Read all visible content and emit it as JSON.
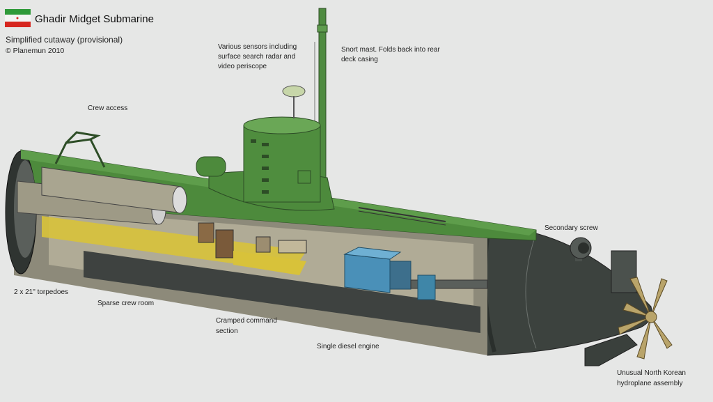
{
  "header": {
    "title": "Ghadir Midget Submarine",
    "subtitle": "Simplified cutaway (provisional)",
    "credit": "© Planemun 2010",
    "flag_colors": [
      "#2f9a3a",
      "#ffffff",
      "#d6261f"
    ]
  },
  "labels": {
    "sensors": [
      "Various sensors including",
      "surface search radar and",
      "video periscope"
    ],
    "mast": [
      "Snort mast. Folds back into rear",
      "deck casing"
    ],
    "crew_access": "Crew access",
    "secondary_screw": "Secondary screw",
    "torpedoes": "2 x 21\" torpedoes",
    "crew_room": "Sparse crew room",
    "command": [
      "Cramped command",
      "section"
    ],
    "engine": "Single diesel engine",
    "hydroplane": [
      "Unusual North Korean",
      "hydroplane assembly"
    ]
  },
  "colors": {
    "hull_green": "#4d8a3c",
    "hull_dark": "#3a403c",
    "torpedo_yellow": "#d8c23a",
    "engine_blue": "#4a90b8",
    "propeller": "#b9a46a"
  }
}
